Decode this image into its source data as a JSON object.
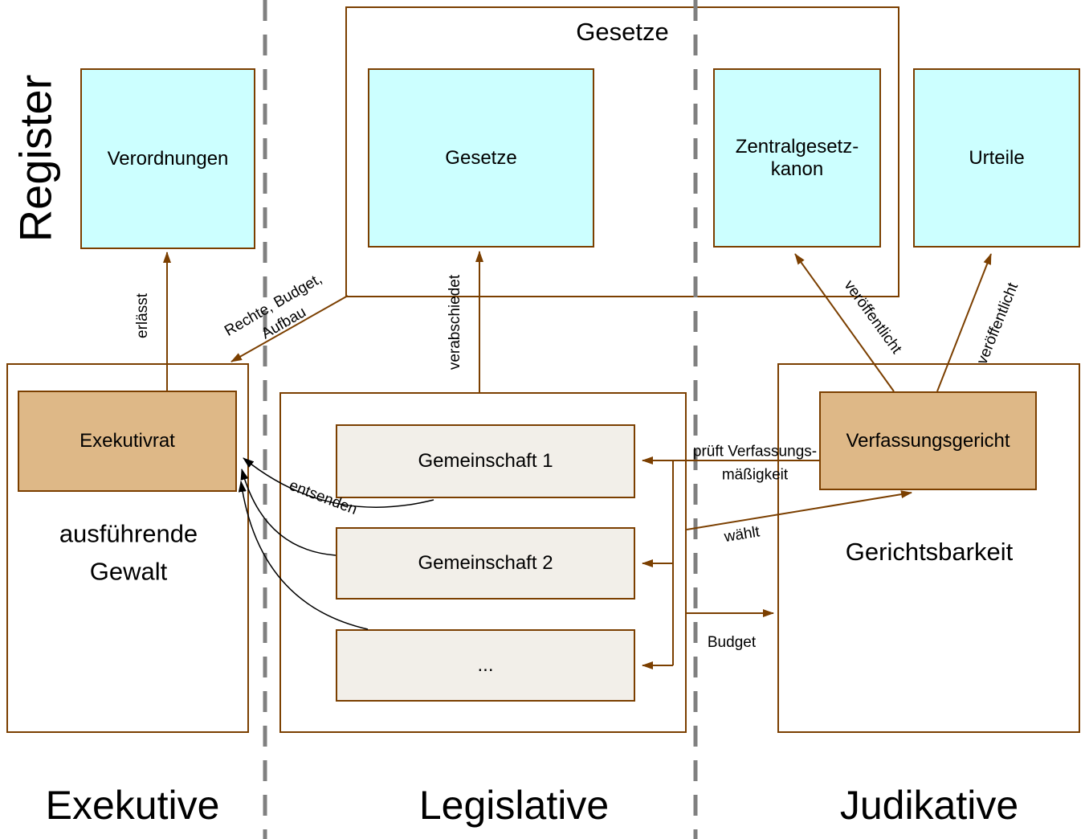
{
  "register_label": "Register",
  "top": {
    "gesetze_container_title": "Gesetze",
    "verordnungen": "Verordnungen",
    "gesetze": "Gesetze",
    "zentralgesetzkanon": "Zentralgesetz-\nkanon",
    "urteile": "Urteile"
  },
  "executive": {
    "exekutivrat": "Exekutivrat",
    "caption": "ausführende\nGewalt",
    "column_label": "Exekutive"
  },
  "legislative": {
    "gemeinschaft_1": "Gemeinschaft 1",
    "gemeinschaft_2": "Gemeinschaft 2",
    "gemeinschaft_more": "...",
    "column_label": "Legislative"
  },
  "judicial": {
    "verfassungsgericht": "Verfassungsgericht",
    "caption": "Gerichtsbarkeit",
    "column_label": "Judikative"
  },
  "edge_labels": {
    "erlaesst": "erlässt",
    "rechte_budget_aufbau": "Rechte, Budget,\nAufbau",
    "verabschiedet": "verabschiedet",
    "veroeffentlicht_left": "veröffentlicht",
    "veroeffentlicht_right": "veröffentlicht",
    "prueft_verfassungsmaessigkeit": "prüft Verfassungs-\nmäßigkeit",
    "waehlt": "wählt",
    "budget": "Budget",
    "entsenden": "entsenden"
  },
  "colors": {
    "register_box_fill": "#ccffff",
    "council_box_fill": "#deb887",
    "community_box_fill": "#f2efe9",
    "border_and_arrow": "#7b3f00",
    "divider_gray": "#808080",
    "entsenden_arrow": "#000000"
  }
}
